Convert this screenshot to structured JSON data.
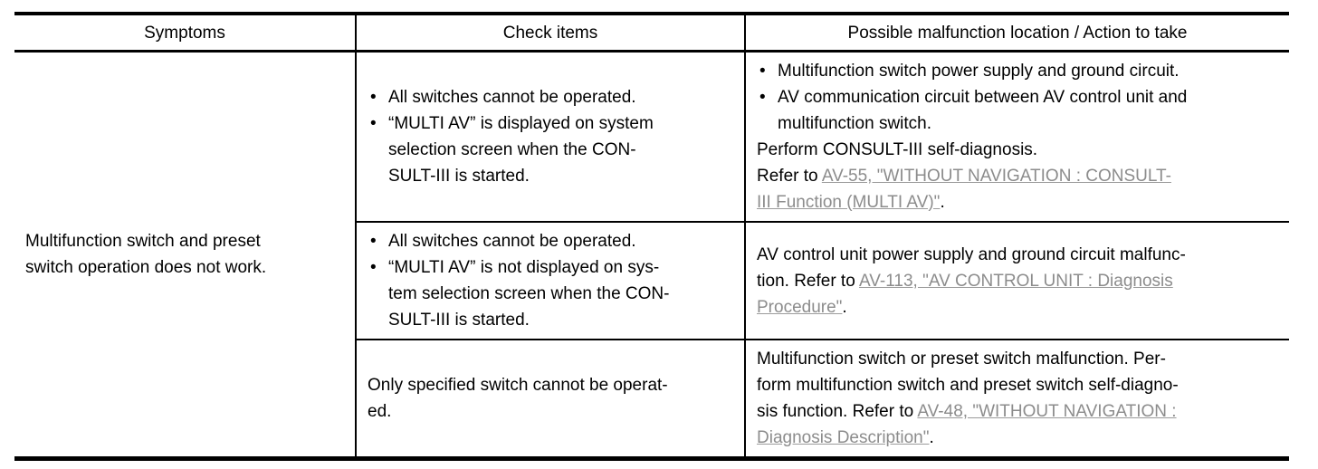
{
  "glyphs": {
    "bullet": "•"
  },
  "link_color": "#8c8c8c",
  "table": {
    "headers": {
      "symptoms": "Symptoms",
      "check_items": "Check items",
      "action": "Possible malfunction location / Action to take"
    },
    "symptom": "Multifunction switch and preset\nswitch operation does not work.",
    "rows": [
      {
        "check": {
          "bullets": [
            "All switches cannot be operated.",
            "“MULTI AV” is displayed on system\nselection screen when the CON-\nSULT-III is started."
          ]
        },
        "action": {
          "bullets": [
            "Multifunction switch power supply and ground circuit.",
            "AV communication circuit between AV control unit and\nmultifunction switch."
          ],
          "pre": "Perform CONSULT-III self-diagnosis.\nRefer to ",
          "link": "AV-55, \"WITHOUT NAVIGATION : CONSULT-\nIII Function (MULTI AV)\"",
          "post": "."
        }
      },
      {
        "check": {
          "bullets": [
            "All switches cannot be operated.",
            "“MULTI AV” is not displayed on sys-\ntem selection screen when the CON-\nSULT-III is started."
          ]
        },
        "action": {
          "pre": "AV control unit power supply and ground circuit malfunc-\ntion. Refer to ",
          "link": "AV-113, \"AV CONTROL UNIT : Diagnosis\nProcedure\"",
          "post": "."
        }
      },
      {
        "check": {
          "text": "Only specified switch cannot be operat-\ned."
        },
        "action": {
          "pre": "Multifunction switch or preset switch malfunction. Per-\nform multifunction switch and preset switch self-diagno-\nsis function. Refer to ",
          "link": "AV-48, \"WITHOUT NAVIGATION :\nDiagnosis Description\"",
          "post": "."
        }
      }
    ]
  }
}
